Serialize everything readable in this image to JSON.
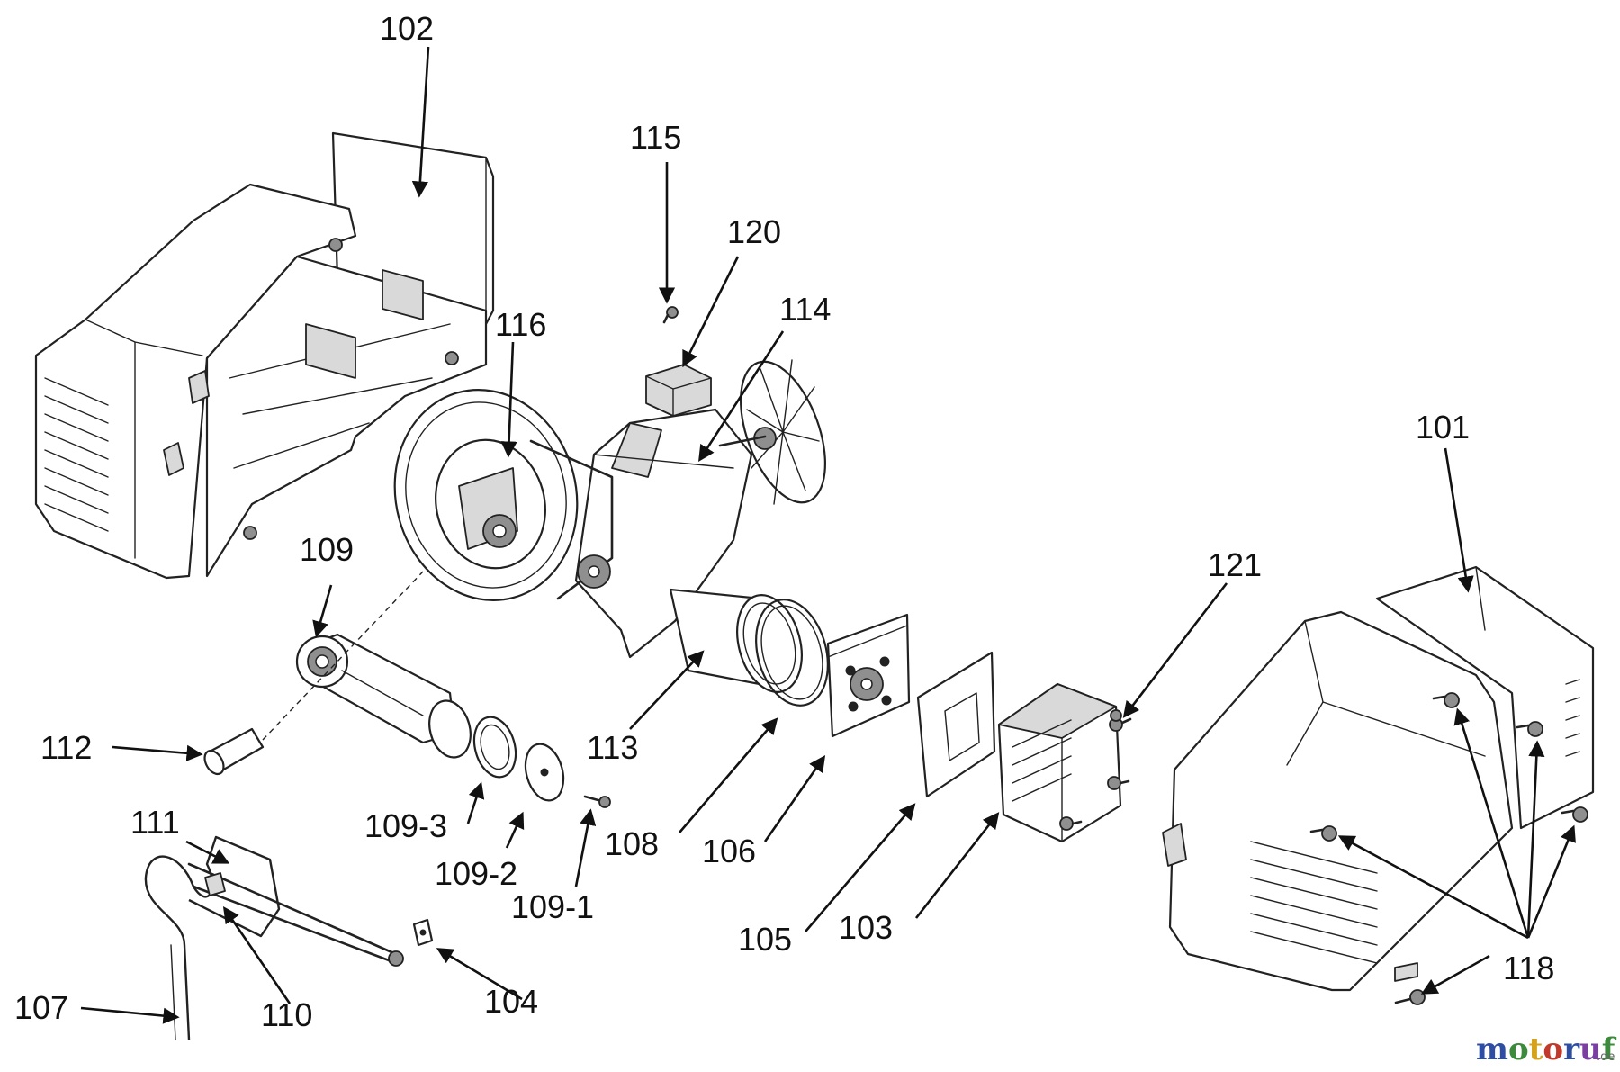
{
  "labels": {
    "p101": "101",
    "p102": "102",
    "p103": "103",
    "p104": "104",
    "p105": "105",
    "p106": "106",
    "p107": "107",
    "p108": "108",
    "p109": "109",
    "p109_1": "109-1",
    "p109_2": "109-2",
    "p109_3": "109-3",
    "p110": "110",
    "p111": "111",
    "p112": "112",
    "p113": "113",
    "p114": "114",
    "p115": "115",
    "p116": "116",
    "p118": "118",
    "p120": "120",
    "p121": "121"
  },
  "watermark": {
    "brand_chars": [
      "m",
      "o",
      "t",
      "o",
      "r",
      "u",
      "f"
    ],
    "suffix": ".de",
    "colors": [
      "#2e4ea3",
      "#3c8a3c",
      "#d6a21c",
      "#c0392b",
      "#2e4ea3",
      "#7a3fa0",
      "#3c8a3c"
    ]
  }
}
